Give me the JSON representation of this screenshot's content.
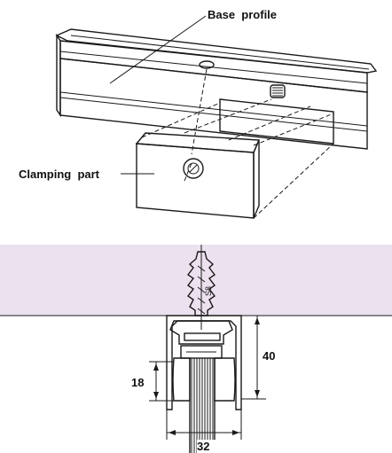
{
  "labels": {
    "base_profile": "Base  profile",
    "clamping_part": "Clamping  part",
    "anchor_mark": "S8"
  },
  "dimensions": {
    "height_total": "40",
    "height_glass": "18",
    "width": "32"
  },
  "colors": {
    "ceiling": "#ece1ef",
    "line": "#1a1a1a",
    "hatch_fill": "#ffffff"
  }
}
